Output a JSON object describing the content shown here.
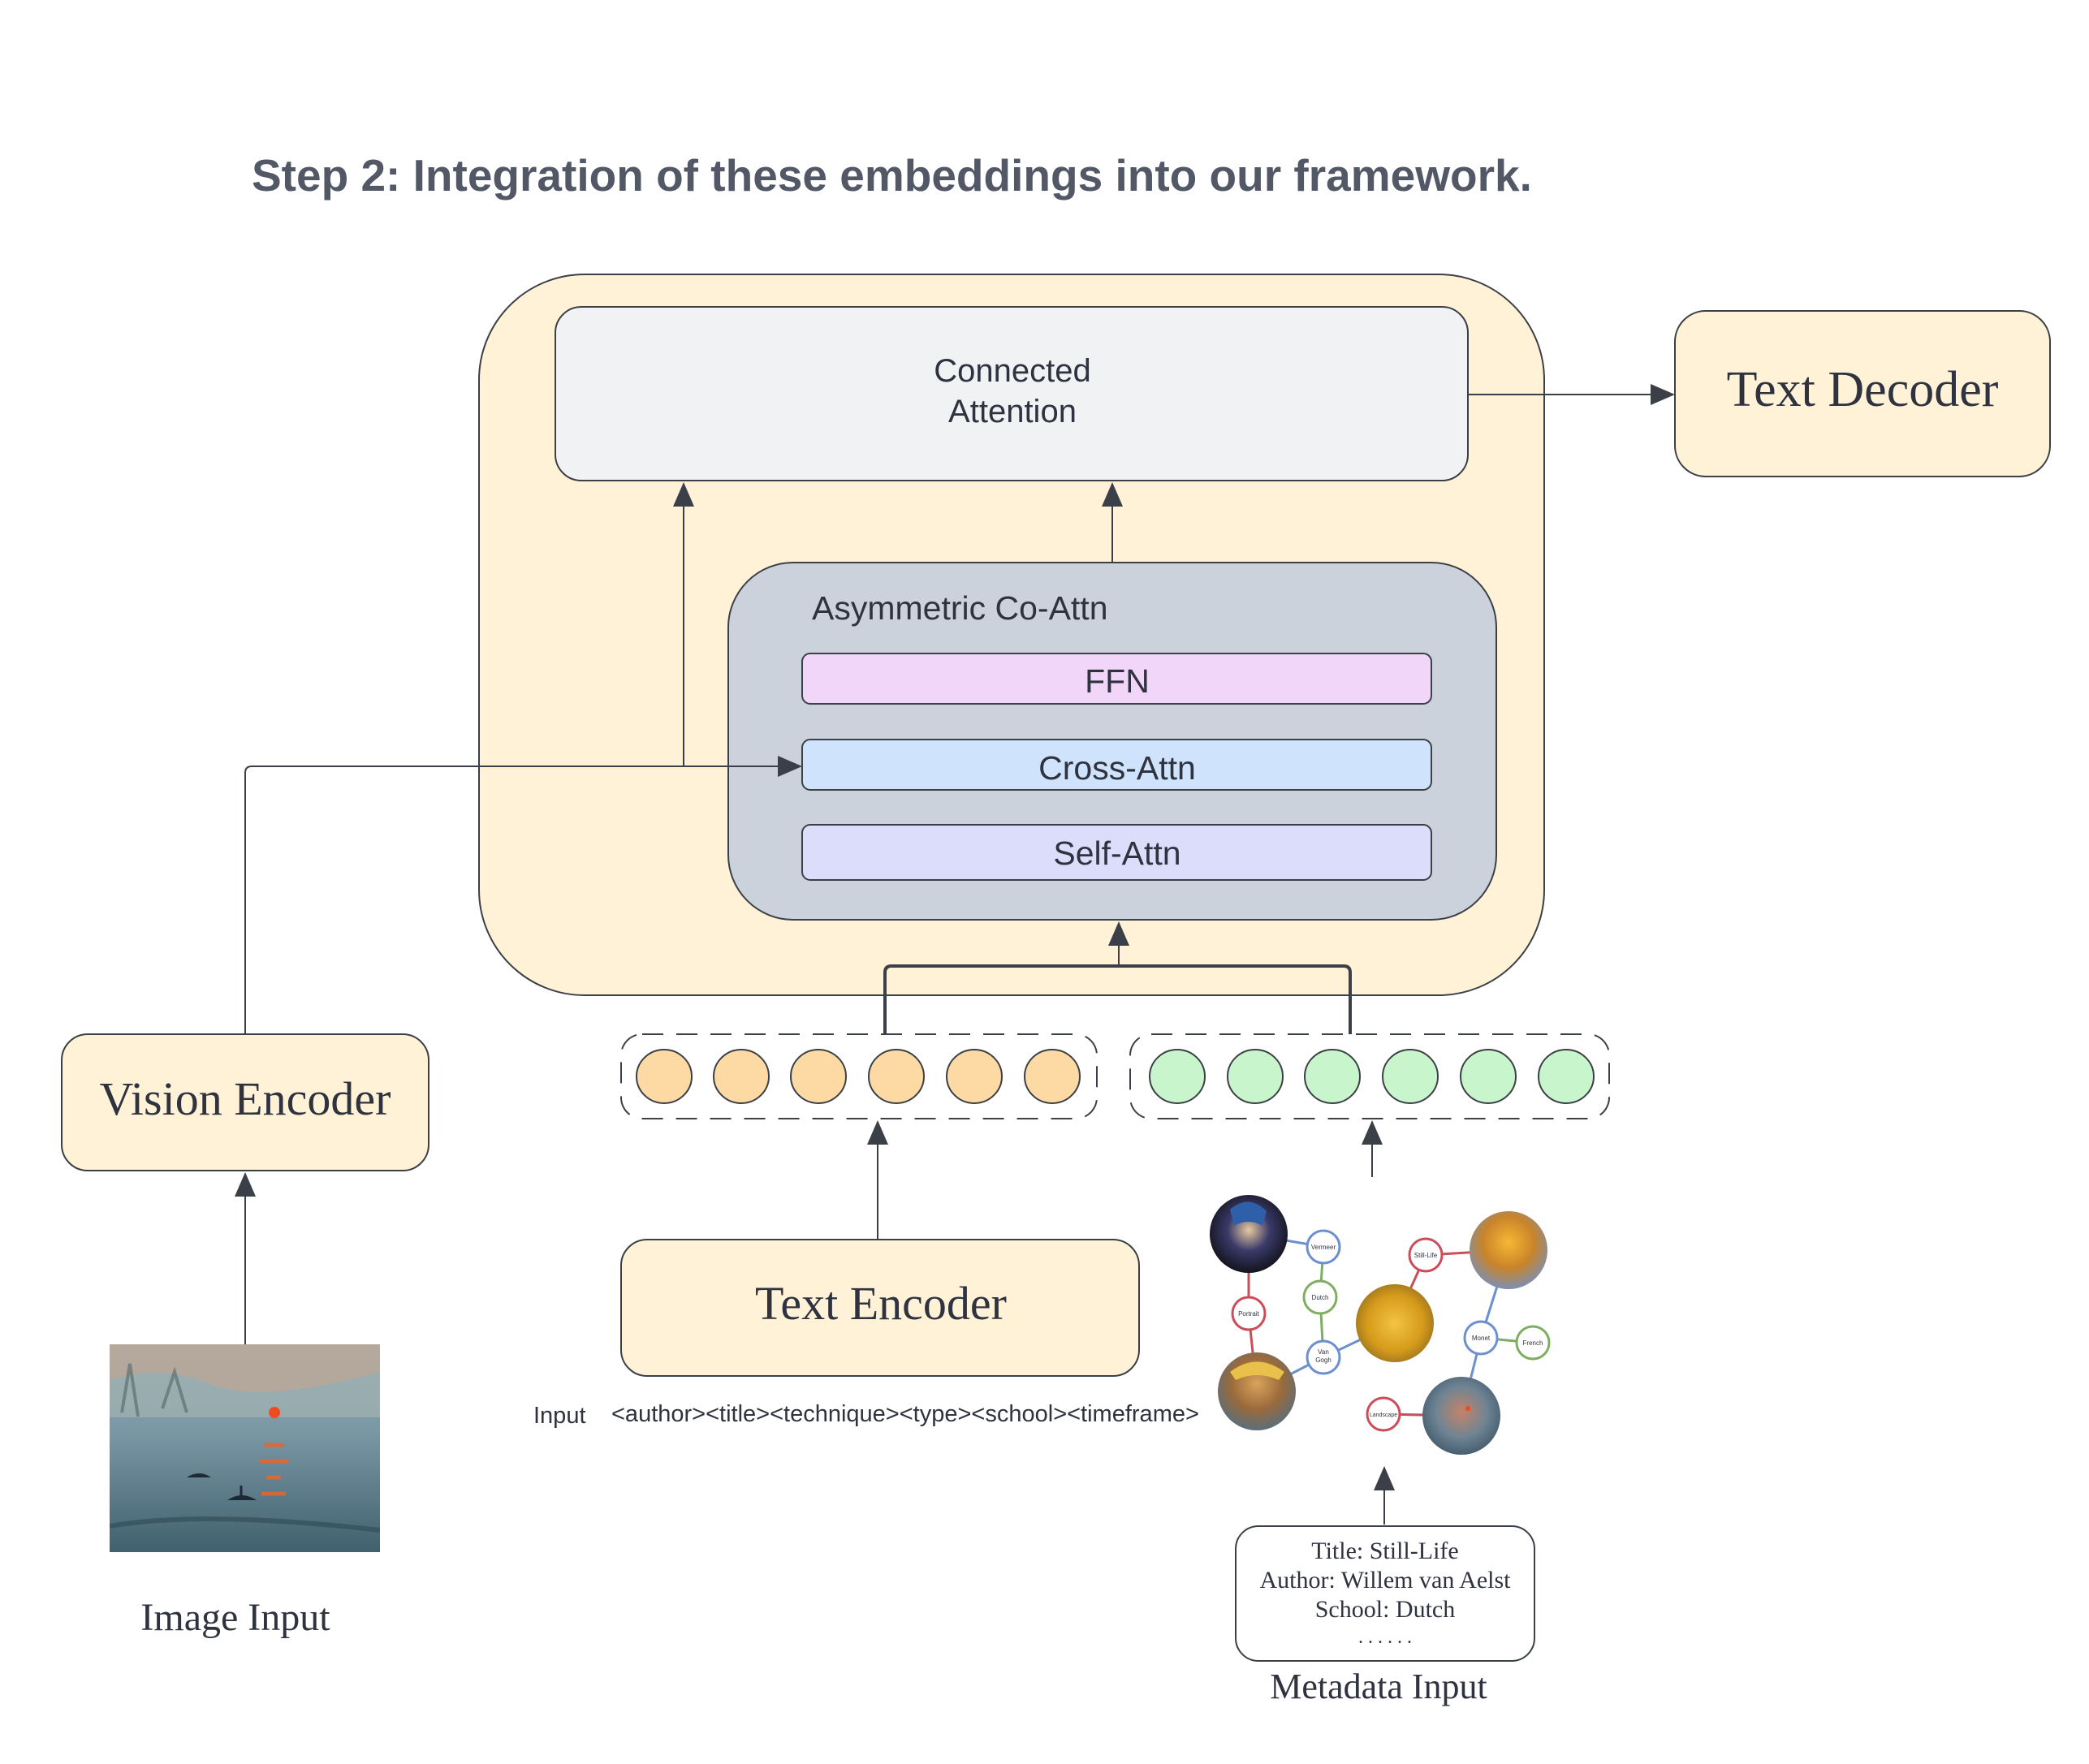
{
  "title": "Step 2: Integration of these embeddings into our framework.",
  "boxes": {
    "connected_attention_line1": "Connected",
    "connected_attention_line2": "Attention",
    "text_decoder": "Text Decoder",
    "asym_co_attn": "Asymmetric Co-Attn",
    "ffn": "FFN",
    "cross_attn": "Cross-Attn",
    "self_attn": "Self-Attn",
    "vision_encoder": "Vision Encoder",
    "text_encoder": "Text Encoder"
  },
  "inputs": {
    "input_label": "Input",
    "input_template": "<author><title><technique><type><school><timeframe>",
    "image_input": "Image Input",
    "metadata_input": "Metadata Input"
  },
  "metadata_card": {
    "title": "Title: Still-Life",
    "author": "Author: Willem van Aelst",
    "school": "School: Dutch",
    "more": ". . . . . ."
  },
  "graph_nodes": {
    "vermeer": "Vermeer",
    "dutch": "Dutch",
    "portrait": "Portrait",
    "van_gogh_1": "Van",
    "van_gogh_2": "Gogh",
    "still_life": "Still-Life",
    "monet": "Monet",
    "french": "French",
    "landscape": "Landscape"
  },
  "colors": {
    "outer_container": "#fff2d6",
    "connected_attention": "#f1f2f4",
    "co_attn_panel": "#ccd2db",
    "ffn": "#f2d6fa",
    "cross_attn": "#cfe3fd",
    "self_attn": "#dcdcfb",
    "encoder_box": "#fff2d6",
    "text_token": "#fddaa3",
    "meta_token": "#c9f5cc",
    "stroke": "#3b3f47",
    "title_text": "#525866",
    "node_red": "#cc4d5a",
    "node_blue": "#6b8fcf",
    "node_green": "#7fae62"
  }
}
